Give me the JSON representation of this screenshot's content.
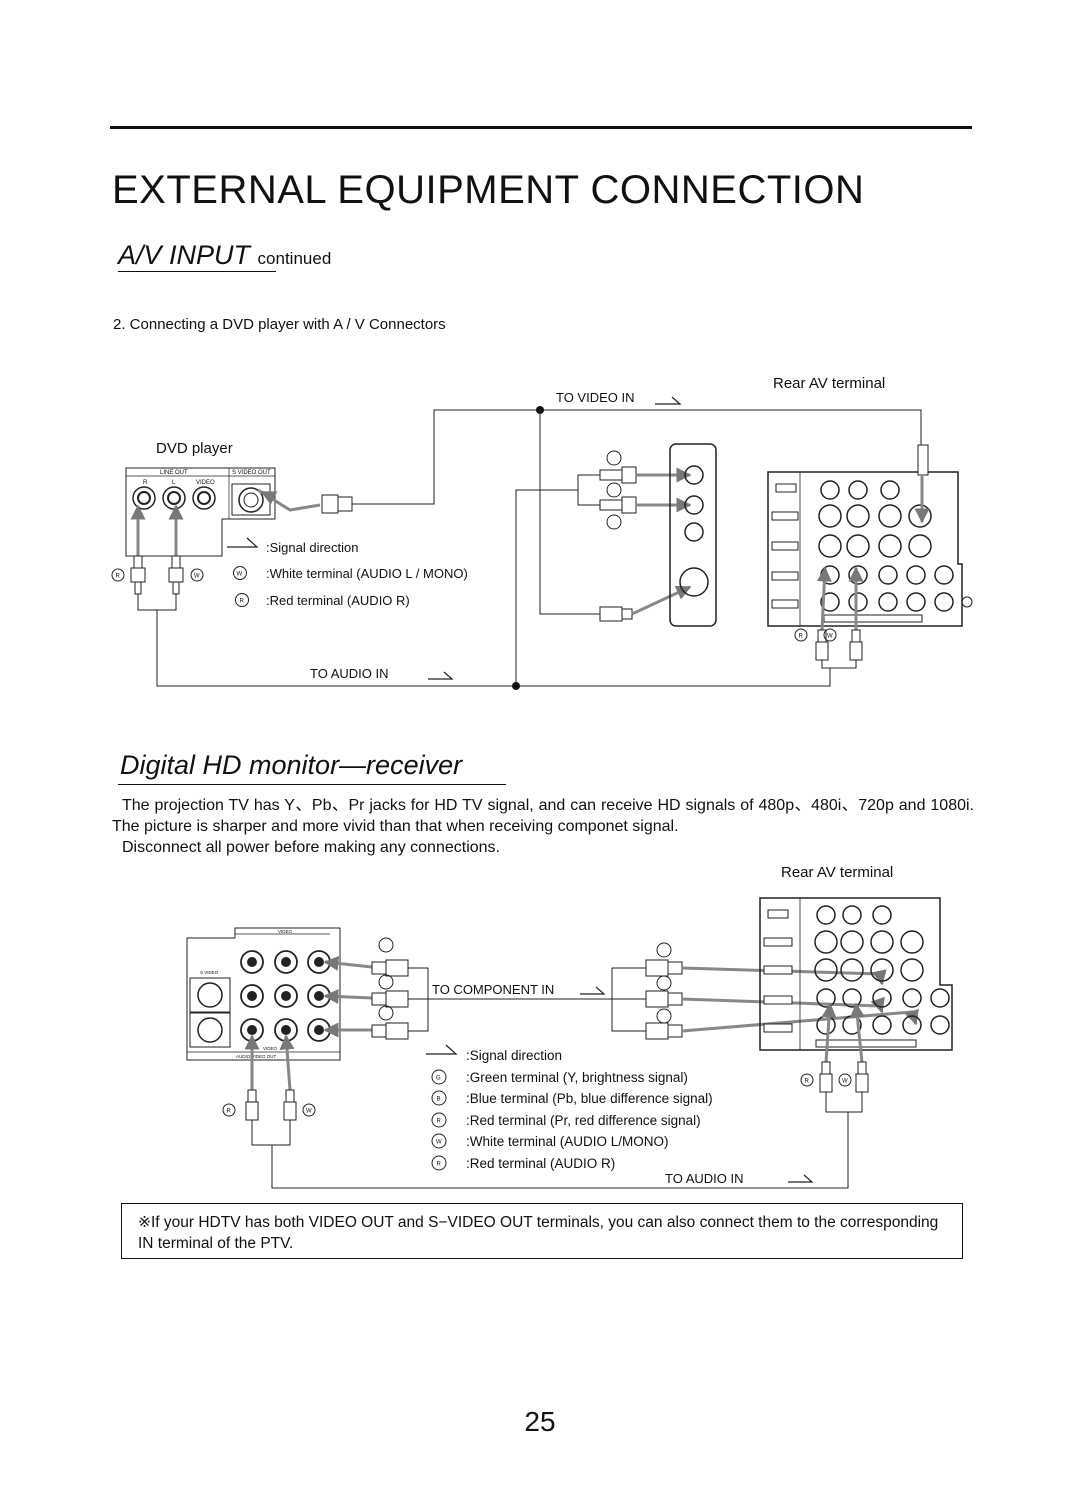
{
  "heading": {
    "title": "EXTERNAL EQUIPMENT CONNECTION",
    "section1": "A/V INPUT",
    "section1_suffix": "continued",
    "step": "2. Connecting a DVD player with A / V Connectors",
    "section2": "Digital HD monitor—receiver"
  },
  "diagram1": {
    "rear_label": "Rear AV terminal",
    "dvd_label": "DVD player",
    "to_video_in": "TO VIDEO IN",
    "to_audio_in": "TO AUDIO IN",
    "line_out": "LINE OUT",
    "s_video_out": "S VIDEO OUT",
    "jack_r": "R",
    "jack_l": "L",
    "jack_video": "VIDEO",
    "legend": [
      {
        "symbol": "",
        "text": ":Signal direction"
      },
      {
        "symbol": "W",
        "text": ":White terminal (AUDIO L / MONO)"
      },
      {
        "symbol": "R",
        "text": ":Red terminal (AUDIO R)"
      }
    ],
    "plug_labels": {
      "r": "R",
      "w": "W"
    }
  },
  "paragraph": {
    "line1": "The projection TV has Y、Pb、Pr jacks for HD TV signal, and can receive HD signals of 480p、480i、720p and 1080i.  The picture is sharper and more vivid than that when receiving componet signal.",
    "line2": "Disconnect all power before making any connections."
  },
  "diagram2": {
    "rear_label": "Rear AV terminal",
    "to_component_in": "TO COMPONENT IN",
    "to_audio_in": "TO AUDIO IN",
    "s_video": "S VIDEO",
    "video": "VIDEO",
    "audio_video_out": "AUDIO/VIDEO OUT",
    "legend": [
      {
        "symbol": "",
        "text": ":Signal direction"
      },
      {
        "symbol": "G",
        "text": ":Green terminal  (Y, brightness signal)"
      },
      {
        "symbol": "B",
        "text": ":Blue terminal (Pb, blue difference signal)"
      },
      {
        "symbol": "R",
        "text": ":Red terminal (Pr, red difference signal)"
      },
      {
        "symbol": "W",
        "text": ":White terminal (AUDIO L/MONO)"
      },
      {
        "symbol": "R",
        "text": ":Red terminal (AUDIO R)"
      }
    ]
  },
  "note": "※If your HDTV has both VIDEO OUT and S−VIDEO OUT terminals, you can also connect them to the corresponding IN terminal of the PTV.",
  "page_number": "25"
}
